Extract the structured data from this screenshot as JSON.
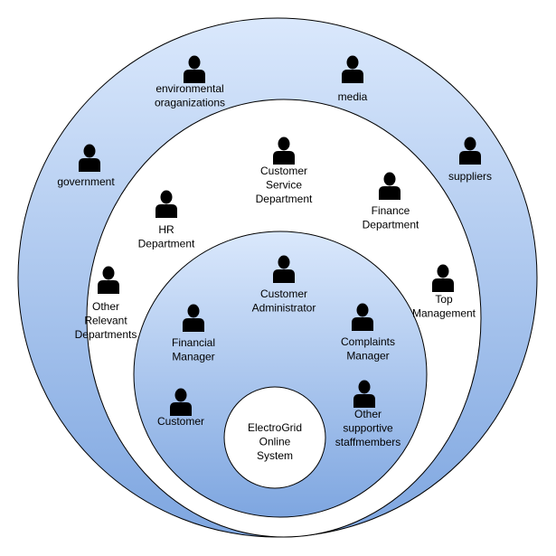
{
  "diagram": {
    "colors": {
      "ring_top": "#dae8fc",
      "ring_bottom": "#7ea6e0",
      "stroke": "#000000",
      "inner_white": "#ffffff",
      "actor": "#000000"
    },
    "center": {
      "lines": [
        "ElectroGrid",
        "Online",
        "System"
      ]
    },
    "outer_ring": [
      {
        "id": "environmental-organizations",
        "icon": "person-icon",
        "lines": [
          "environmental",
          "oraganizations"
        ]
      },
      {
        "id": "media",
        "icon": "person-icon",
        "lines": [
          "media"
        ]
      },
      {
        "id": "government",
        "icon": "person-icon",
        "lines": [
          "government"
        ]
      },
      {
        "id": "suppliers",
        "icon": "person-icon",
        "lines": [
          "suppliers"
        ]
      }
    ],
    "middle_ring": [
      {
        "id": "customer-service-department",
        "icon": "person-icon",
        "lines": [
          "Customer",
          "Service",
          "Department"
        ]
      },
      {
        "id": "hr-department",
        "icon": "person-icon",
        "lines": [
          "HR",
          "Department"
        ]
      },
      {
        "id": "finance-department",
        "icon": "person-icon",
        "lines": [
          "Finance",
          "Department"
        ]
      },
      {
        "id": "other-relevant-departments",
        "icon": "person-icon",
        "lines": [
          "Other",
          "Relevant",
          "Departments"
        ]
      },
      {
        "id": "top-management",
        "icon": "person-icon",
        "lines": [
          "Top",
          "Management"
        ]
      }
    ],
    "inner_ring": [
      {
        "id": "customer-administrator",
        "icon": "person-icon",
        "lines": [
          "Customer",
          "Administrator"
        ]
      },
      {
        "id": "financial-manager",
        "icon": "person-icon",
        "lines": [
          "Financial",
          "Manager"
        ]
      },
      {
        "id": "complaints-manager",
        "icon": "person-icon",
        "lines": [
          "Complaints",
          "Manager"
        ]
      },
      {
        "id": "customer",
        "icon": "person-icon",
        "lines": [
          "Customer"
        ]
      },
      {
        "id": "other-supportive-staffmembers",
        "icon": "person-icon",
        "lines": [
          "Other",
          "supportive",
          "staffmembers"
        ]
      }
    ]
  }
}
